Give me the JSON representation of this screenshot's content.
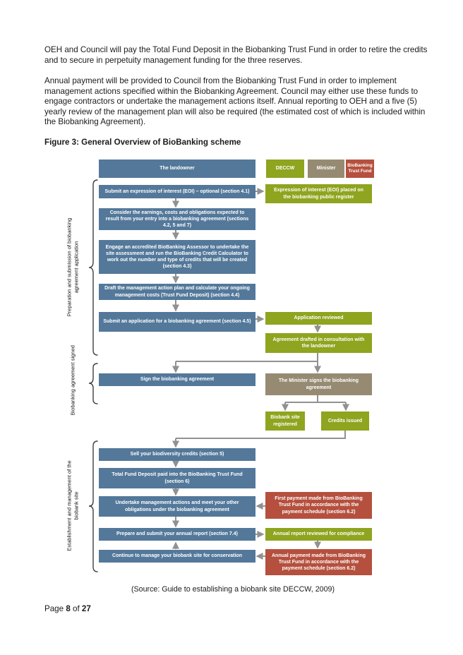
{
  "theme": {
    "blue": "#53789a",
    "green": "#8fa41f",
    "grey": "#968b72",
    "red": "#b5503e",
    "connector": "#919191",
    "brace": "#3f3f3f",
    "text": "#1a1a1a"
  },
  "page": {
    "paragraphs": {
      "p1": "OEH and Council will pay the Total Fund Deposit in the Biobanking Trust Fund in order to retire the credits and to secure in perpetuity management funding for the three reserves.",
      "p2": "Annual payment will be provided to Council from the Biobanking Trust Fund in order to implement management actions specified within the Biobanking Agreement. Council may either use these funds to engage contractors or undertake the management actions itself. Annual reporting to OEH and a five (5) yearly review of the management plan will also be required (the estimated cost of which is included within the Biobanking Agreement)."
    },
    "figure_title": "Figure 3: General Overview of BioBanking scheme",
    "source_line": "(Source: Guide to establishing a biobank site DECCW, 2009)",
    "footer": {
      "label": "Page",
      "page": "8",
      "of": "of",
      "total": "27"
    }
  },
  "flowchart": {
    "side_labels": {
      "preparation": "Preparation and submission of biobanking agreement application",
      "signed": "Biobanking agreement signed",
      "establishment": "Establishment and management of the biobank site"
    },
    "nodes": {
      "landowner": "The landowner",
      "deccw": "DECCW",
      "minister": "Minister",
      "trust_fund": "BioBanking Trust Fund",
      "eoi": "Submit an expression of interest (EOI) – optional (section 4.1)",
      "eoi_register": "Expression of interest (EOI) placed on the biobanking public register",
      "consider": "Consider the earnings, costs and obligations expected to result from your entry into a biobanking agreement (sections 4.2, 5 and 7)",
      "engage": "Engage an accredited BioBanking Assessor to undertake the site assessment and run the BioBanking Credit Calculator to work out the number and type of credits that will be created (section 4.3)",
      "draft": "Draft the management action plan and calculate your ongoing management costs (Trust Fund Deposit) (section 4.4)",
      "submit_application": "Submit an application for a biobanking agreement (section 4.5)",
      "application_reviewed": "Application reviewed",
      "agreement_drafted": "Agreement drafted in consultation with the landowner",
      "sign_agreement": "Sign the biobanking agreement",
      "minister_signs": "The Minister signs the biobanking agreement",
      "site_registered": "Biobank site registered",
      "credits_issued": "Credits issued",
      "sell_credits": "Sell your biodiversity credits (section 5)",
      "total_fund_deposit": "Total Fund Deposit paid into the BioBanking Trust Fund (section 6)",
      "undertake": "Undertake management actions and meet your other obligations under the biobanking agreement",
      "first_payment": "First payment made from BioBanking Trust Fund in accordance with the payment schedule (section 6.2)",
      "annual_report": "Prepare and submit your annual report (section 7.4)",
      "report_reviewed": "Annual report reviewed for compliance",
      "continue_manage": "Continue to manage your biobank site for conservation",
      "annual_payment": "Annual payment made from BioBanking Trust Fund in accordance with the payment schedule (section 6.2)"
    }
  }
}
